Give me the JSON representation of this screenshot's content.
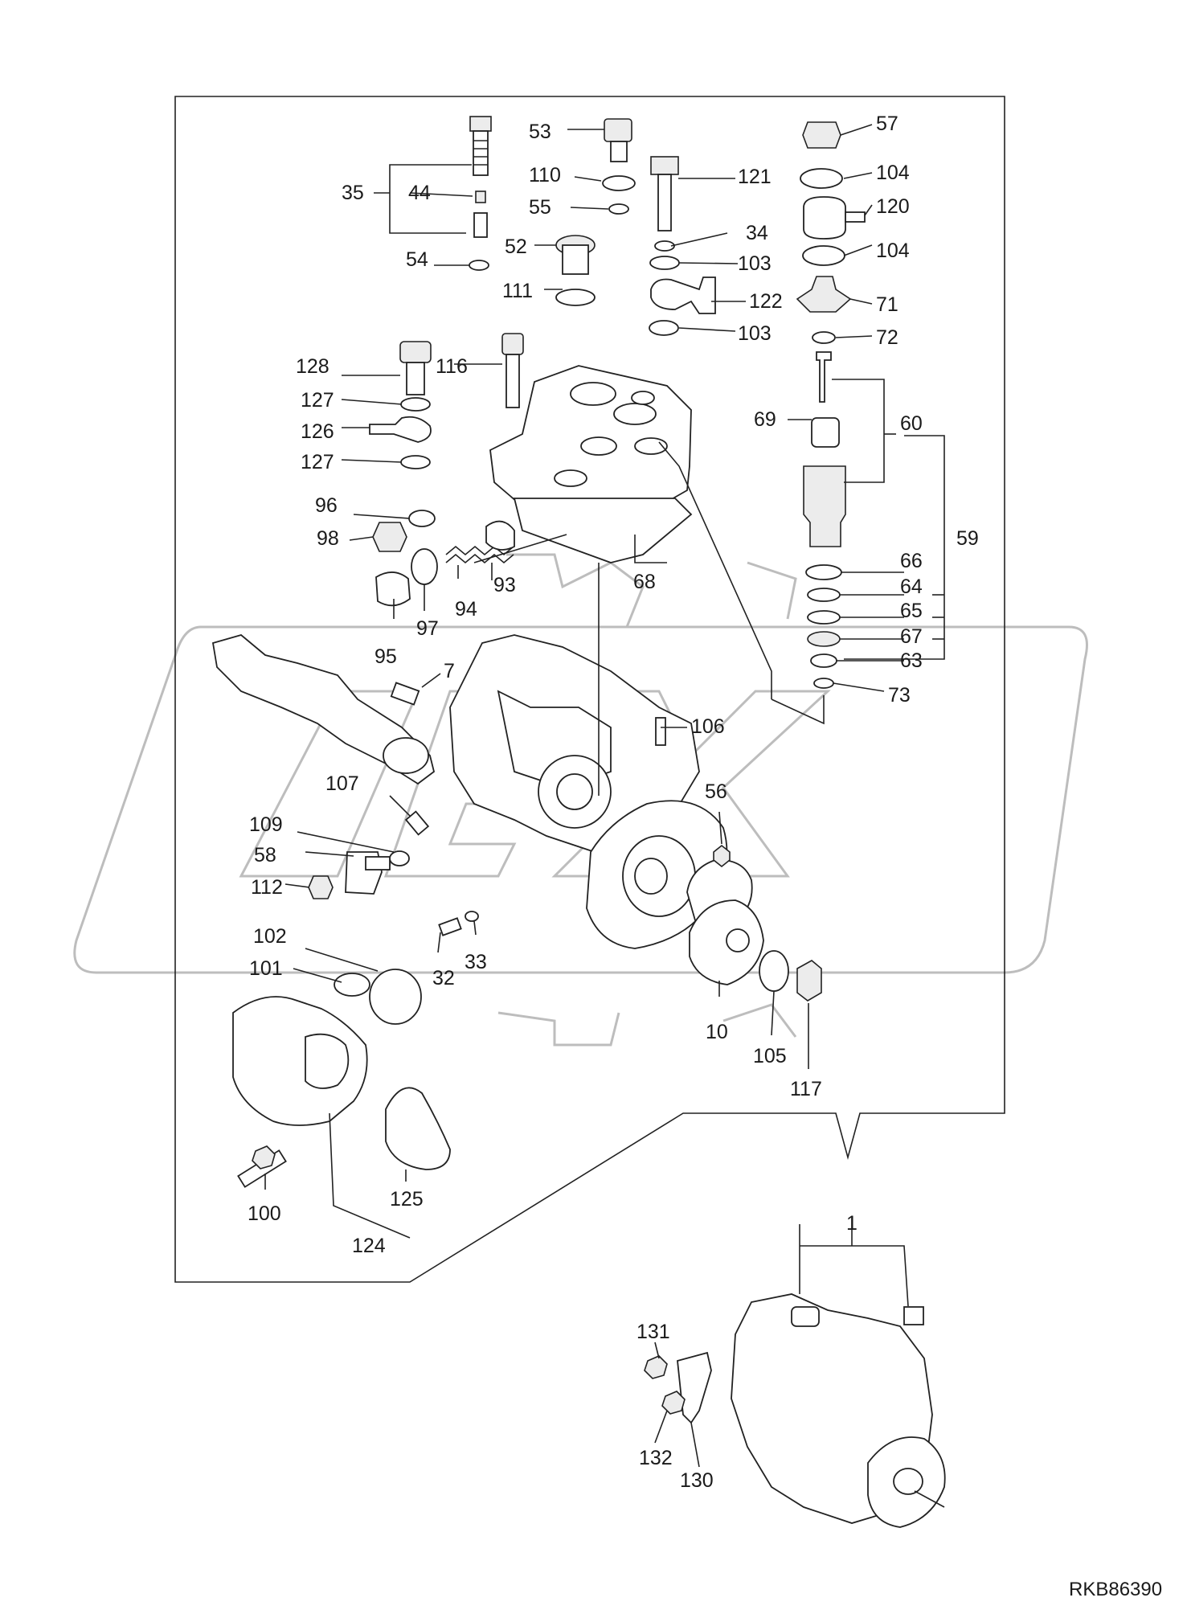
{
  "diagram": {
    "drawing_code": "RKB86390",
    "callouts": [
      {
        "id": "c53",
        "text": "53"
      },
      {
        "id": "c57",
        "text": "57"
      },
      {
        "id": "c110",
        "text": "110"
      },
      {
        "id": "c121",
        "text": "121"
      },
      {
        "id": "c104a",
        "text": "104"
      },
      {
        "id": "c35",
        "text": "35"
      },
      {
        "id": "c44",
        "text": "44"
      },
      {
        "id": "c120",
        "text": "120"
      },
      {
        "id": "c55",
        "text": "55"
      },
      {
        "id": "c34",
        "text": "34"
      },
      {
        "id": "c52",
        "text": "52"
      },
      {
        "id": "c104b",
        "text": "104"
      },
      {
        "id": "c54",
        "text": "54"
      },
      {
        "id": "c103a",
        "text": "103"
      },
      {
        "id": "c111",
        "text": "111"
      },
      {
        "id": "c122",
        "text": "122"
      },
      {
        "id": "c71",
        "text": "71"
      },
      {
        "id": "c103b",
        "text": "103"
      },
      {
        "id": "c72",
        "text": "72"
      },
      {
        "id": "c128",
        "text": "128"
      },
      {
        "id": "c116",
        "text": "116"
      },
      {
        "id": "c127a",
        "text": "127"
      },
      {
        "id": "c69",
        "text": "69"
      },
      {
        "id": "c60",
        "text": "60"
      },
      {
        "id": "c126",
        "text": "126"
      },
      {
        "id": "c127b",
        "text": "127"
      },
      {
        "id": "c96",
        "text": "96"
      },
      {
        "id": "c98",
        "text": "98"
      },
      {
        "id": "c59",
        "text": "59"
      },
      {
        "id": "c66",
        "text": "66"
      },
      {
        "id": "c93",
        "text": "93"
      },
      {
        "id": "c68",
        "text": "68"
      },
      {
        "id": "c64",
        "text": "64"
      },
      {
        "id": "c97",
        "text": "97"
      },
      {
        "id": "c94",
        "text": "94"
      },
      {
        "id": "c65",
        "text": "65"
      },
      {
        "id": "c67",
        "text": "67"
      },
      {
        "id": "c95",
        "text": "95"
      },
      {
        "id": "c63",
        "text": "63"
      },
      {
        "id": "c7",
        "text": "7"
      },
      {
        "id": "c73",
        "text": "73"
      },
      {
        "id": "c106",
        "text": "106"
      },
      {
        "id": "c107",
        "text": "107"
      },
      {
        "id": "c56",
        "text": "56"
      },
      {
        "id": "c109",
        "text": "109"
      },
      {
        "id": "c58",
        "text": "58"
      },
      {
        "id": "c112",
        "text": "112"
      },
      {
        "id": "c102",
        "text": "102"
      },
      {
        "id": "c33",
        "text": "33"
      },
      {
        "id": "c101",
        "text": "101"
      },
      {
        "id": "c32",
        "text": "32"
      },
      {
        "id": "c10",
        "text": "10"
      },
      {
        "id": "c105",
        "text": "105"
      },
      {
        "id": "c117",
        "text": "117"
      },
      {
        "id": "c125",
        "text": "125"
      },
      {
        "id": "c100",
        "text": "100"
      },
      {
        "id": "c124",
        "text": "124"
      },
      {
        "id": "c1",
        "text": "1"
      },
      {
        "id": "c131",
        "text": "131"
      },
      {
        "id": "c132",
        "text": "132"
      },
      {
        "id": "c130",
        "text": "130"
      }
    ]
  }
}
